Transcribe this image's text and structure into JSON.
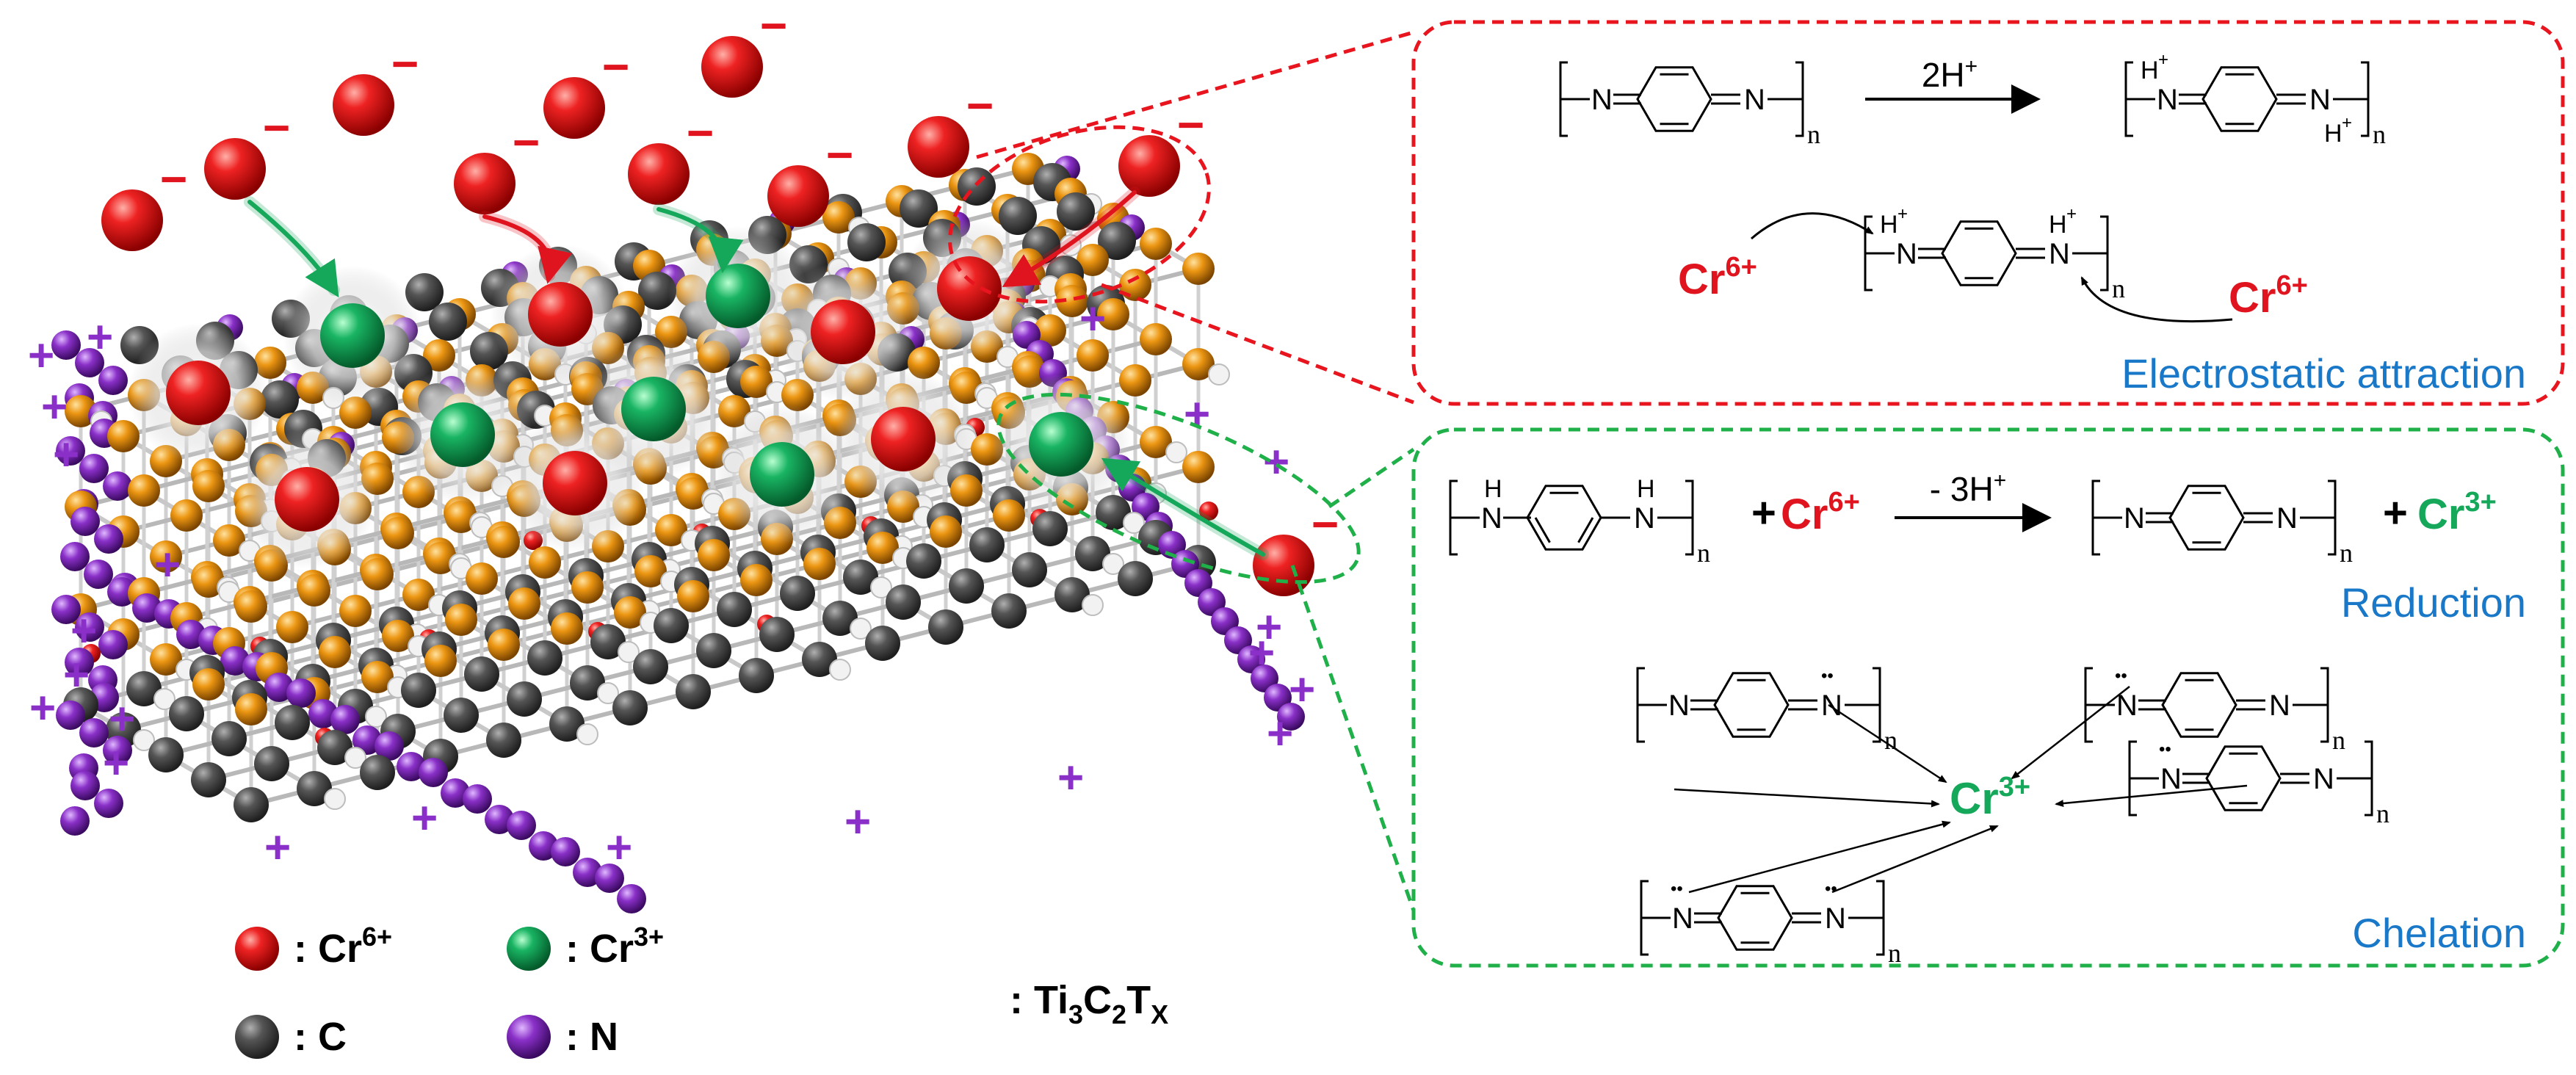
{
  "colors": {
    "cr6": "#e0141e",
    "cr3": "#16a85a",
    "carbon": "#4a4a4a",
    "nitrogen": "#7a2fb0",
    "ti": "#e8940e",
    "red_box": "#e8141e",
    "green_box": "#1fb04a",
    "mech_label": "#1a78c8"
  },
  "legend": {
    "cr6_prefix": ": Cr",
    "cr6_sup": "6+",
    "cr3_prefix": ": Cr",
    "cr3_sup": "3+",
    "c_label": ": C",
    "n_label": ": N",
    "mxene": {
      "prefix": ": Ti",
      "sub1": "3",
      "mid1": "C",
      "sub2": "2",
      "mid2": "T",
      "sub3": "X"
    }
  },
  "charges": {
    "minus": "−",
    "plus": "+"
  },
  "electrostatic": {
    "reagent": "2H",
    "reagent_sup": "+",
    "h": "H",
    "hplus_sup": "+",
    "n": "N",
    "sub_n": "n",
    "cr": "Cr",
    "cr_sup": "6+",
    "label": "Electrostatic attraction"
  },
  "reduction": {
    "plus_sign": "+",
    "cr6": "Cr",
    "cr6_sup": "6+",
    "reagent": "- 3H",
    "reagent_sup": "+",
    "cr3": "Cr",
    "cr3_sup": "3+",
    "h": "H",
    "n": "N",
    "sub_n": "n",
    "label": "Reduction"
  },
  "chelation": {
    "center": "Cr",
    "center_sup": "3+",
    "n": "N",
    "lone_pair": "••",
    "sub_n": "n",
    "label": "Chelation"
  }
}
